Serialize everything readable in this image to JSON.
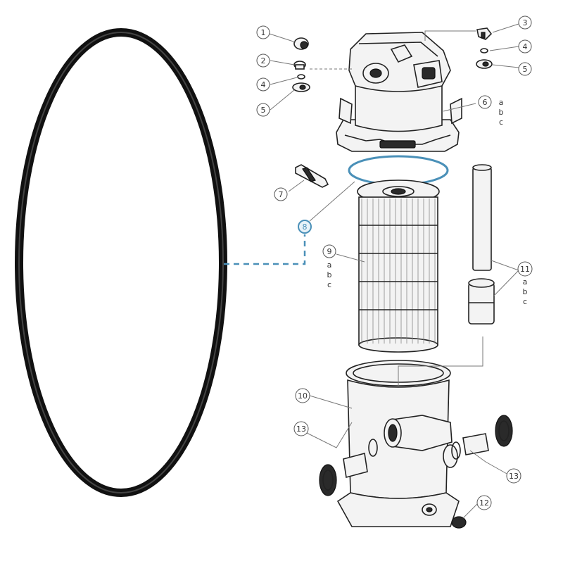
{
  "colors": {
    "line": "#222222",
    "leader": "#777777",
    "highlight": "#4a90b8",
    "oring": "#111111"
  },
  "callouts": {
    "c1": "1",
    "c2": "2",
    "c3": "3",
    "c4a": "4",
    "c4b": "4",
    "c5a": "5",
    "c5b": "5",
    "c6": "6",
    "c7": "7",
    "c8": "8",
    "c9": "9",
    "c10": "10",
    "c11": "11",
    "c12": "12",
    "c13a": "13",
    "c13b": "13"
  },
  "variants": {
    "v6": [
      "a",
      "b",
      "c"
    ],
    "v9": [
      "a",
      "b",
      "c"
    ],
    "v11": [
      "a",
      "b",
      "c"
    ]
  }
}
